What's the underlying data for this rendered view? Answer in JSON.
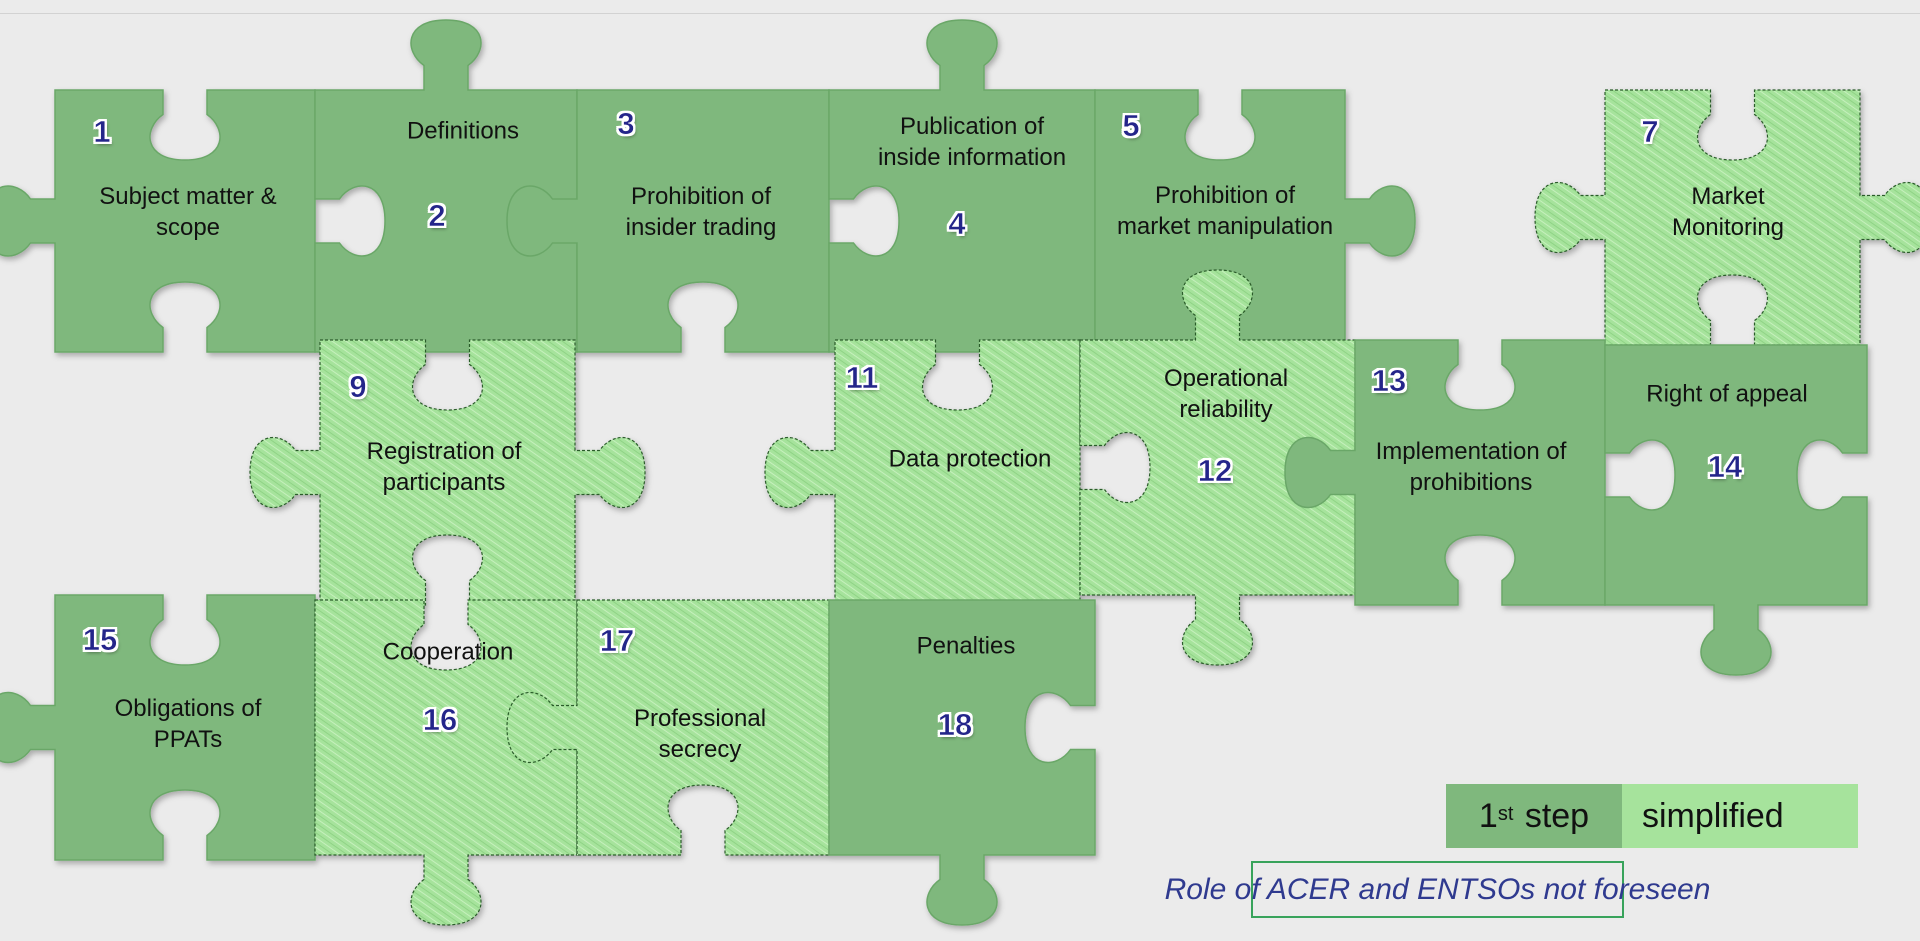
{
  "colors": {
    "first_step": "#7fb87d",
    "simplified": "#a6e39c",
    "number_text": "#24258a",
    "note_text": "#2f3a8f",
    "note_border": "#38a35b",
    "background": "#ebebeb"
  },
  "pieces": [
    {
      "id": "p1",
      "number": "1",
      "label": "Subject matter &\nscope",
      "category": "first_step"
    },
    {
      "id": "p2",
      "number": "2",
      "label": "Definitions",
      "category": "first_step"
    },
    {
      "id": "p3",
      "number": "3",
      "label": "Prohibition of\ninsider trading",
      "category": "first_step"
    },
    {
      "id": "p4",
      "number": "4",
      "label": "Publication of\ninside information",
      "category": "first_step"
    },
    {
      "id": "p5",
      "number": "5",
      "label": "Prohibition of\nmarket manipulation",
      "category": "first_step"
    },
    {
      "id": "p7",
      "number": "7",
      "label": "Market\nMonitoring",
      "category": "simplified"
    },
    {
      "id": "p9",
      "number": "9",
      "label": "Registration of\nparticipants",
      "category": "simplified"
    },
    {
      "id": "p11",
      "number": "11",
      "label": "Data protection",
      "category": "simplified"
    },
    {
      "id": "p12",
      "number": "12",
      "label": "Operational\nreliability",
      "category": "simplified"
    },
    {
      "id": "p13",
      "number": "13",
      "label": "Implementation of\nprohibitions",
      "category": "first_step"
    },
    {
      "id": "p14",
      "number": "14",
      "label": "Right of appeal",
      "category": "first_step"
    },
    {
      "id": "p15",
      "number": "15",
      "label": "Obligations of\nPPATs",
      "category": "first_step"
    },
    {
      "id": "p16",
      "number": "16",
      "label": "Cooperation",
      "category": "simplified"
    },
    {
      "id": "p17",
      "number": "17",
      "label": "Professional\nsecrecy",
      "category": "simplified"
    },
    {
      "id": "p18",
      "number": "18",
      "label": "Penalties",
      "category": "first_step"
    }
  ],
  "legend": {
    "first_step_prefix": "1",
    "first_step_sup": "st",
    "first_step_suffix": " step",
    "simplified": "simplified"
  },
  "note": "Role of ACER and ENTSOs not foreseen"
}
